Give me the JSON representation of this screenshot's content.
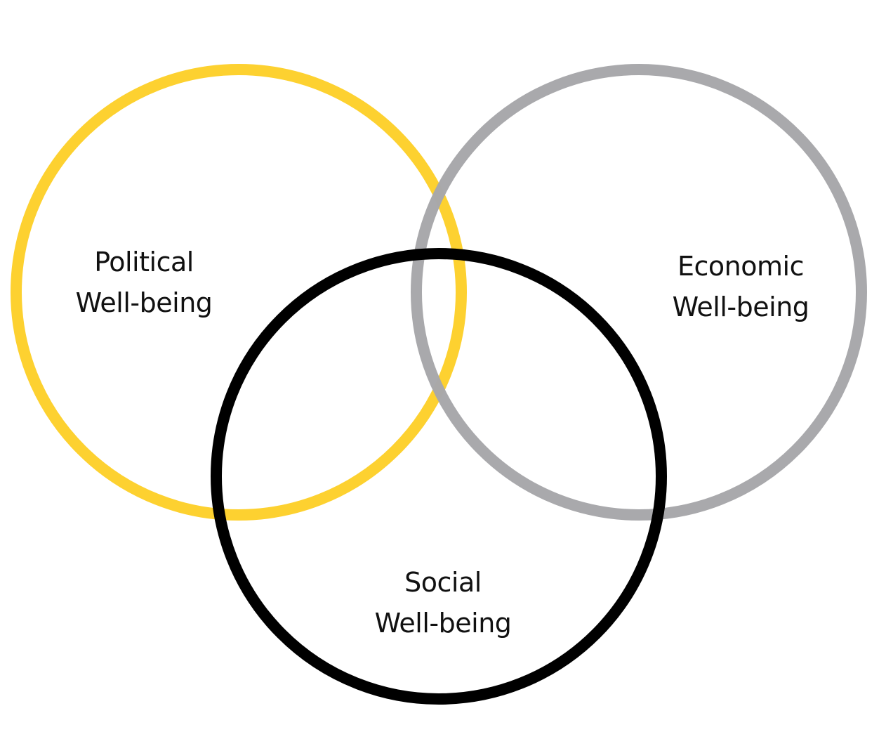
{
  "sets": [
    {
      "id": "political",
      "line1": "Political",
      "line2": "Well-being",
      "color": "#FDD130"
    },
    {
      "id": "economic",
      "line1": "Economic",
      "line2": "Well-being",
      "color": "#A7A7AA"
    },
    {
      "id": "social",
      "line1": "Social",
      "line2": "Well-being",
      "color": "#000000"
    }
  ]
}
